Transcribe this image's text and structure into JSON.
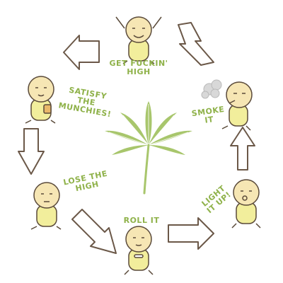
{
  "cycle": {
    "steps": [
      {
        "id": "get-high",
        "lines": [
          "GET FUCKIN'",
          "HIGH"
        ]
      },
      {
        "id": "smoke-it",
        "lines": [
          "SMOKE",
          "IT"
        ]
      },
      {
        "id": "light-it-up",
        "lines": [
          "LIGHT",
          "IT UP!"
        ]
      },
      {
        "id": "roll-it",
        "lines": [
          "ROLL IT"
        ]
      },
      {
        "id": "lose-the-high",
        "lines": [
          "LOSE THE",
          "HIGH"
        ]
      },
      {
        "id": "satisfy-the-munchies",
        "lines": [
          "SATISFY",
          "THE",
          "MUNCHIES!"
        ]
      }
    ]
  },
  "colors": {
    "label": "#8fb24a",
    "leaf": "#a8c66c",
    "leaf_vein": "#ffffff",
    "arrow_stroke": "#6b5848",
    "skin": "#f6e6b4",
    "shirt": "#f2ee9c",
    "outline": "#5a4a3a",
    "smoke": "#b9b9b9"
  },
  "icons": {
    "center": "cannabis-leaf-icon",
    "arrows": "cycle-arrow-icon",
    "character": "cartoon-person-icon"
  }
}
